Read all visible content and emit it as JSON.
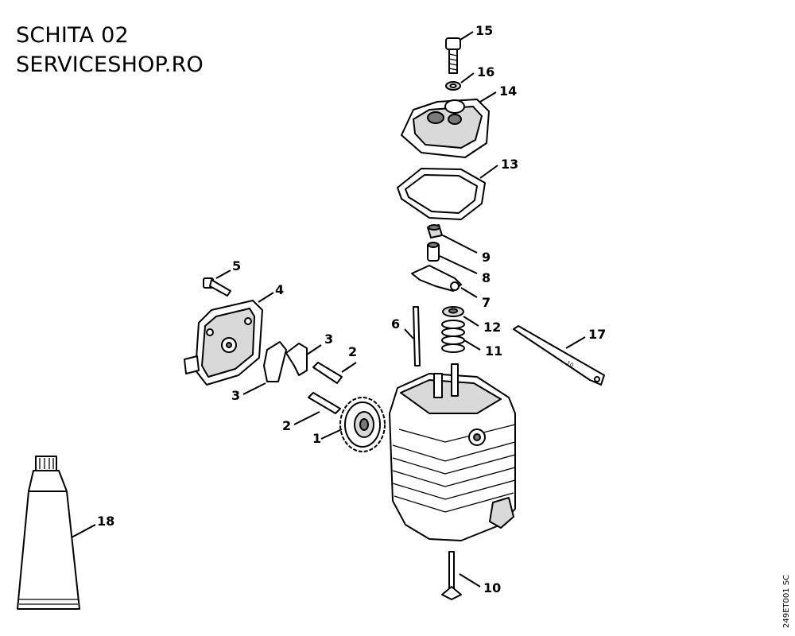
{
  "header": {
    "line1": "SCHITA 02",
    "line2": "SERVICESHOP.RO"
  },
  "drawing_code": "249ET001 SC",
  "part_labels": [
    "1",
    "2",
    "2",
    "3",
    "3",
    "4",
    "5",
    "6",
    "7",
    "8",
    "9",
    "10",
    "11",
    "12",
    "13",
    "14",
    "15",
    "16",
    "17",
    "18"
  ],
  "tool_text": "10"
}
